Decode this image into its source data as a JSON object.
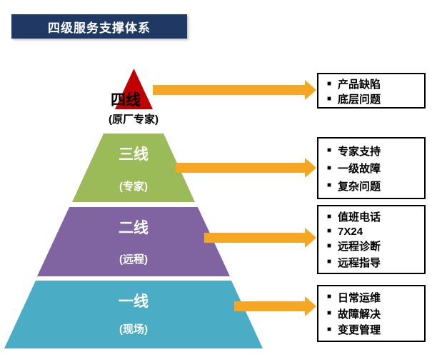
{
  "title": "四级服务支撑体系",
  "bullet": "■",
  "colors": {
    "banner_bg": "#1F3864",
    "arrow": "#F5A623",
    "level4_red": "#C00000",
    "level3_green": "#9BBB59",
    "level2_purple": "#8064A2",
    "level1_teal": "#4BACC6",
    "box_border": "#000000",
    "pyramid_label_text": "#FFFFFF",
    "top_label_text": "#000000"
  },
  "pyramid": {
    "levels": [
      {
        "name": "四线",
        "subtitle": "(原厂专家)"
      },
      {
        "name": "三线",
        "subtitle": "(专家)"
      },
      {
        "name": "二线",
        "subtitle": "(远程)"
      },
      {
        "name": "一线",
        "subtitle": "(现场)"
      }
    ]
  },
  "boxes": [
    {
      "items": [
        "产品缺陷",
        "底层问题"
      ]
    },
    {
      "items": [
        "专家支持",
        "一级故障",
        "复杂问题"
      ]
    },
    {
      "items": [
        "值班电话",
        "7X24",
        "远程诊断",
        "远程指导"
      ]
    },
    {
      "items": [
        "日常运维",
        "故障解决",
        "变更管理"
      ]
    }
  ]
}
